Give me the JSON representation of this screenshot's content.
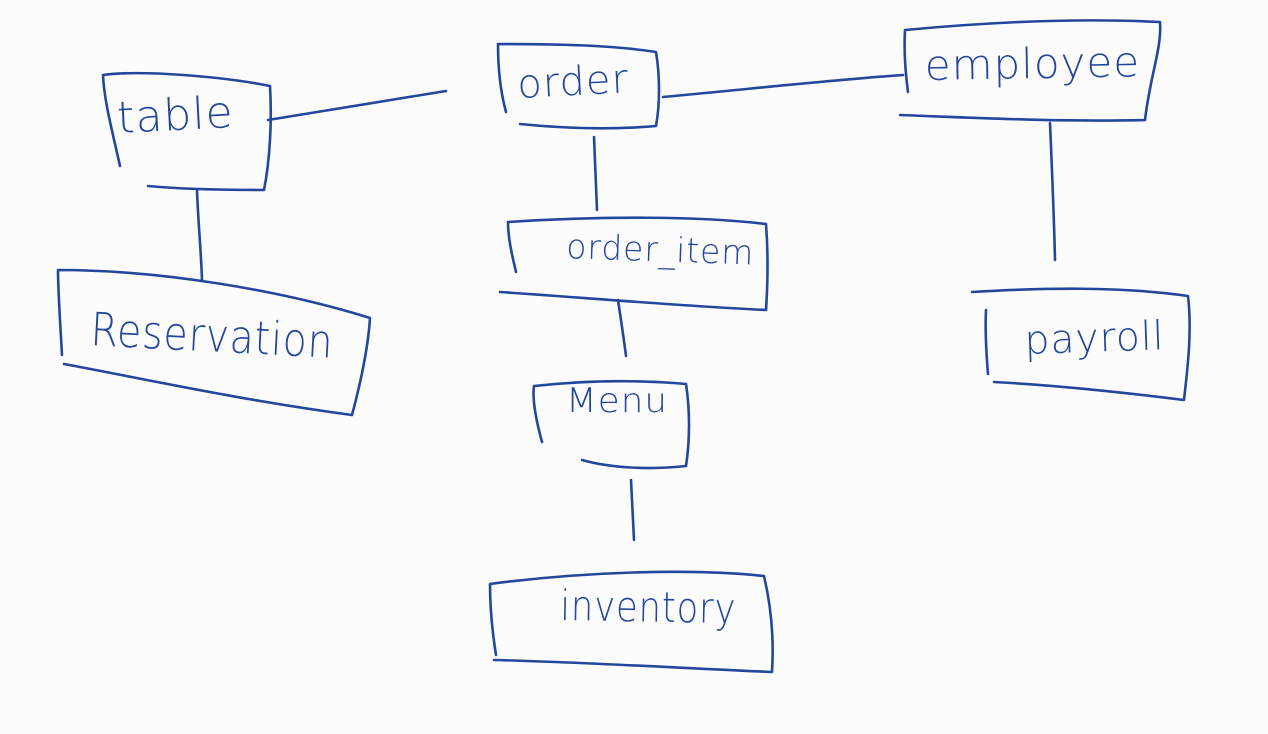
{
  "diagram": {
    "ink_color": "#23479c",
    "background_color": "#fcfcfc",
    "entities": {
      "table": "table",
      "order": "order",
      "employee": "employee",
      "reservation": "Reservation",
      "order_item": "order_item",
      "payroll": "payroll",
      "menu": "Menu",
      "inventory": "inventory"
    }
  }
}
